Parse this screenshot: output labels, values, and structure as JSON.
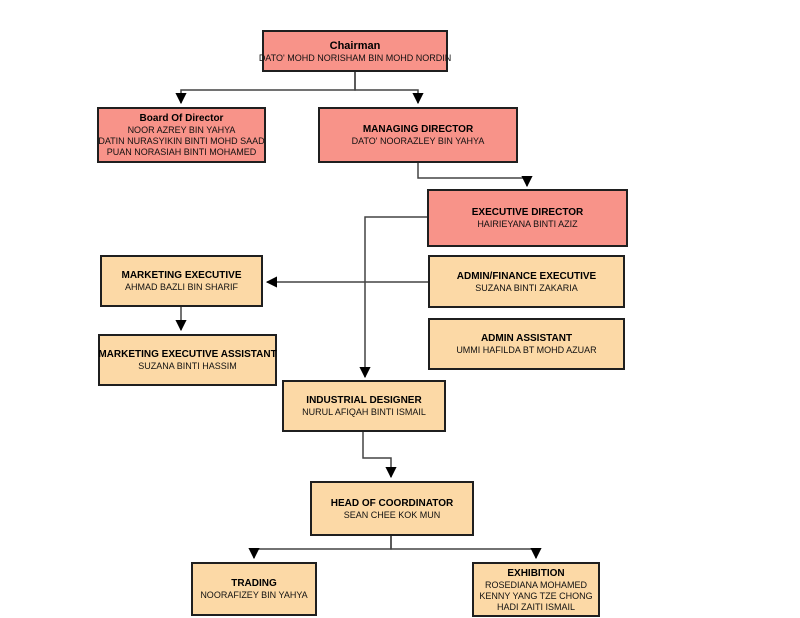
{
  "diagram": {
    "type": "org-chart",
    "colors": {
      "management_fill": "#f89389",
      "staff_fill": "#fcd9a6",
      "node_border": "#1f1f1f",
      "connector_line": "#444444",
      "arrowhead": "#000000"
    },
    "nodes": [
      {
        "id": "chairman",
        "level": "management",
        "title": "Chairman",
        "names": [
          "DATO' MOHD NORISHAM BIN MOHD NORDIN"
        ]
      },
      {
        "id": "board-of-director",
        "level": "management",
        "title": "Board Of Director",
        "names": [
          "NOOR AZREY BIN YAHYA",
          "DATIN NURASYIKIN BINTI MOHD SAAD",
          "PUAN NORASIAH BINTI MOHAMED"
        ]
      },
      {
        "id": "managing-director",
        "level": "management",
        "title": "MANAGING DIRECTOR",
        "names": [
          "DATO' NOORAZLEY BIN YAHYA"
        ]
      },
      {
        "id": "executive-director",
        "level": "management",
        "title": "EXECUTIVE DIRECTOR",
        "names": [
          "HAIRIEYANA BINTI AZIZ"
        ]
      },
      {
        "id": "marketing-executive",
        "level": "staff",
        "title": "MARKETING EXECUTIVE",
        "names": [
          "AHMAD BAZLI BIN SHARIF"
        ]
      },
      {
        "id": "admin-finance-executive",
        "level": "staff",
        "title": "ADMIN/FINANCE EXECUTIVE",
        "names": [
          "SUZANA BINTI ZAKARIA"
        ]
      },
      {
        "id": "marketing-executive-assistant",
        "level": "staff",
        "title": "MARKETING EXECUTIVE ASSISTANT",
        "names": [
          "SUZANA BINTI HASSIM"
        ]
      },
      {
        "id": "admin-assistant",
        "level": "staff",
        "title": "ADMIN ASSISTANT",
        "names": [
          "UMMI HAFILDA BT MOHD AZUAR"
        ]
      },
      {
        "id": "industrial-designer",
        "level": "staff",
        "title": "INDUSTRIAL DESIGNER",
        "names": [
          "NURUL AFIQAH BINTI ISMAIL"
        ]
      },
      {
        "id": "head-of-coordinator",
        "level": "staff",
        "title": "HEAD OF COORDINATOR",
        "names": [
          "SEAN CHEE KOK MUN"
        ]
      },
      {
        "id": "trading",
        "level": "staff",
        "title": "TRADING",
        "names": [
          "NOORAFIZEY BIN YAHYA"
        ]
      },
      {
        "id": "exhibition",
        "level": "staff",
        "title": "EXHIBITION",
        "names": [
          "ROSEDIANA MOHAMED",
          "KENNY YANG TZE CHONG",
          "HADI ZAITI ISMAIL"
        ]
      }
    ],
    "edges": [
      {
        "from": "chairman",
        "to": "board-of-director"
      },
      {
        "from": "chairman",
        "to": "managing-director"
      },
      {
        "from": "managing-director",
        "to": "executive-director"
      },
      {
        "from": "executive-director",
        "to": "industrial-designer"
      },
      {
        "from": "admin-finance-executive",
        "to": "marketing-executive"
      },
      {
        "from": "marketing-executive",
        "to": "marketing-executive-assistant"
      },
      {
        "from": "industrial-designer",
        "to": "head-of-coordinator"
      },
      {
        "from": "head-of-coordinator",
        "to": "trading"
      },
      {
        "from": "head-of-coordinator",
        "to": "exhibition"
      }
    ]
  }
}
